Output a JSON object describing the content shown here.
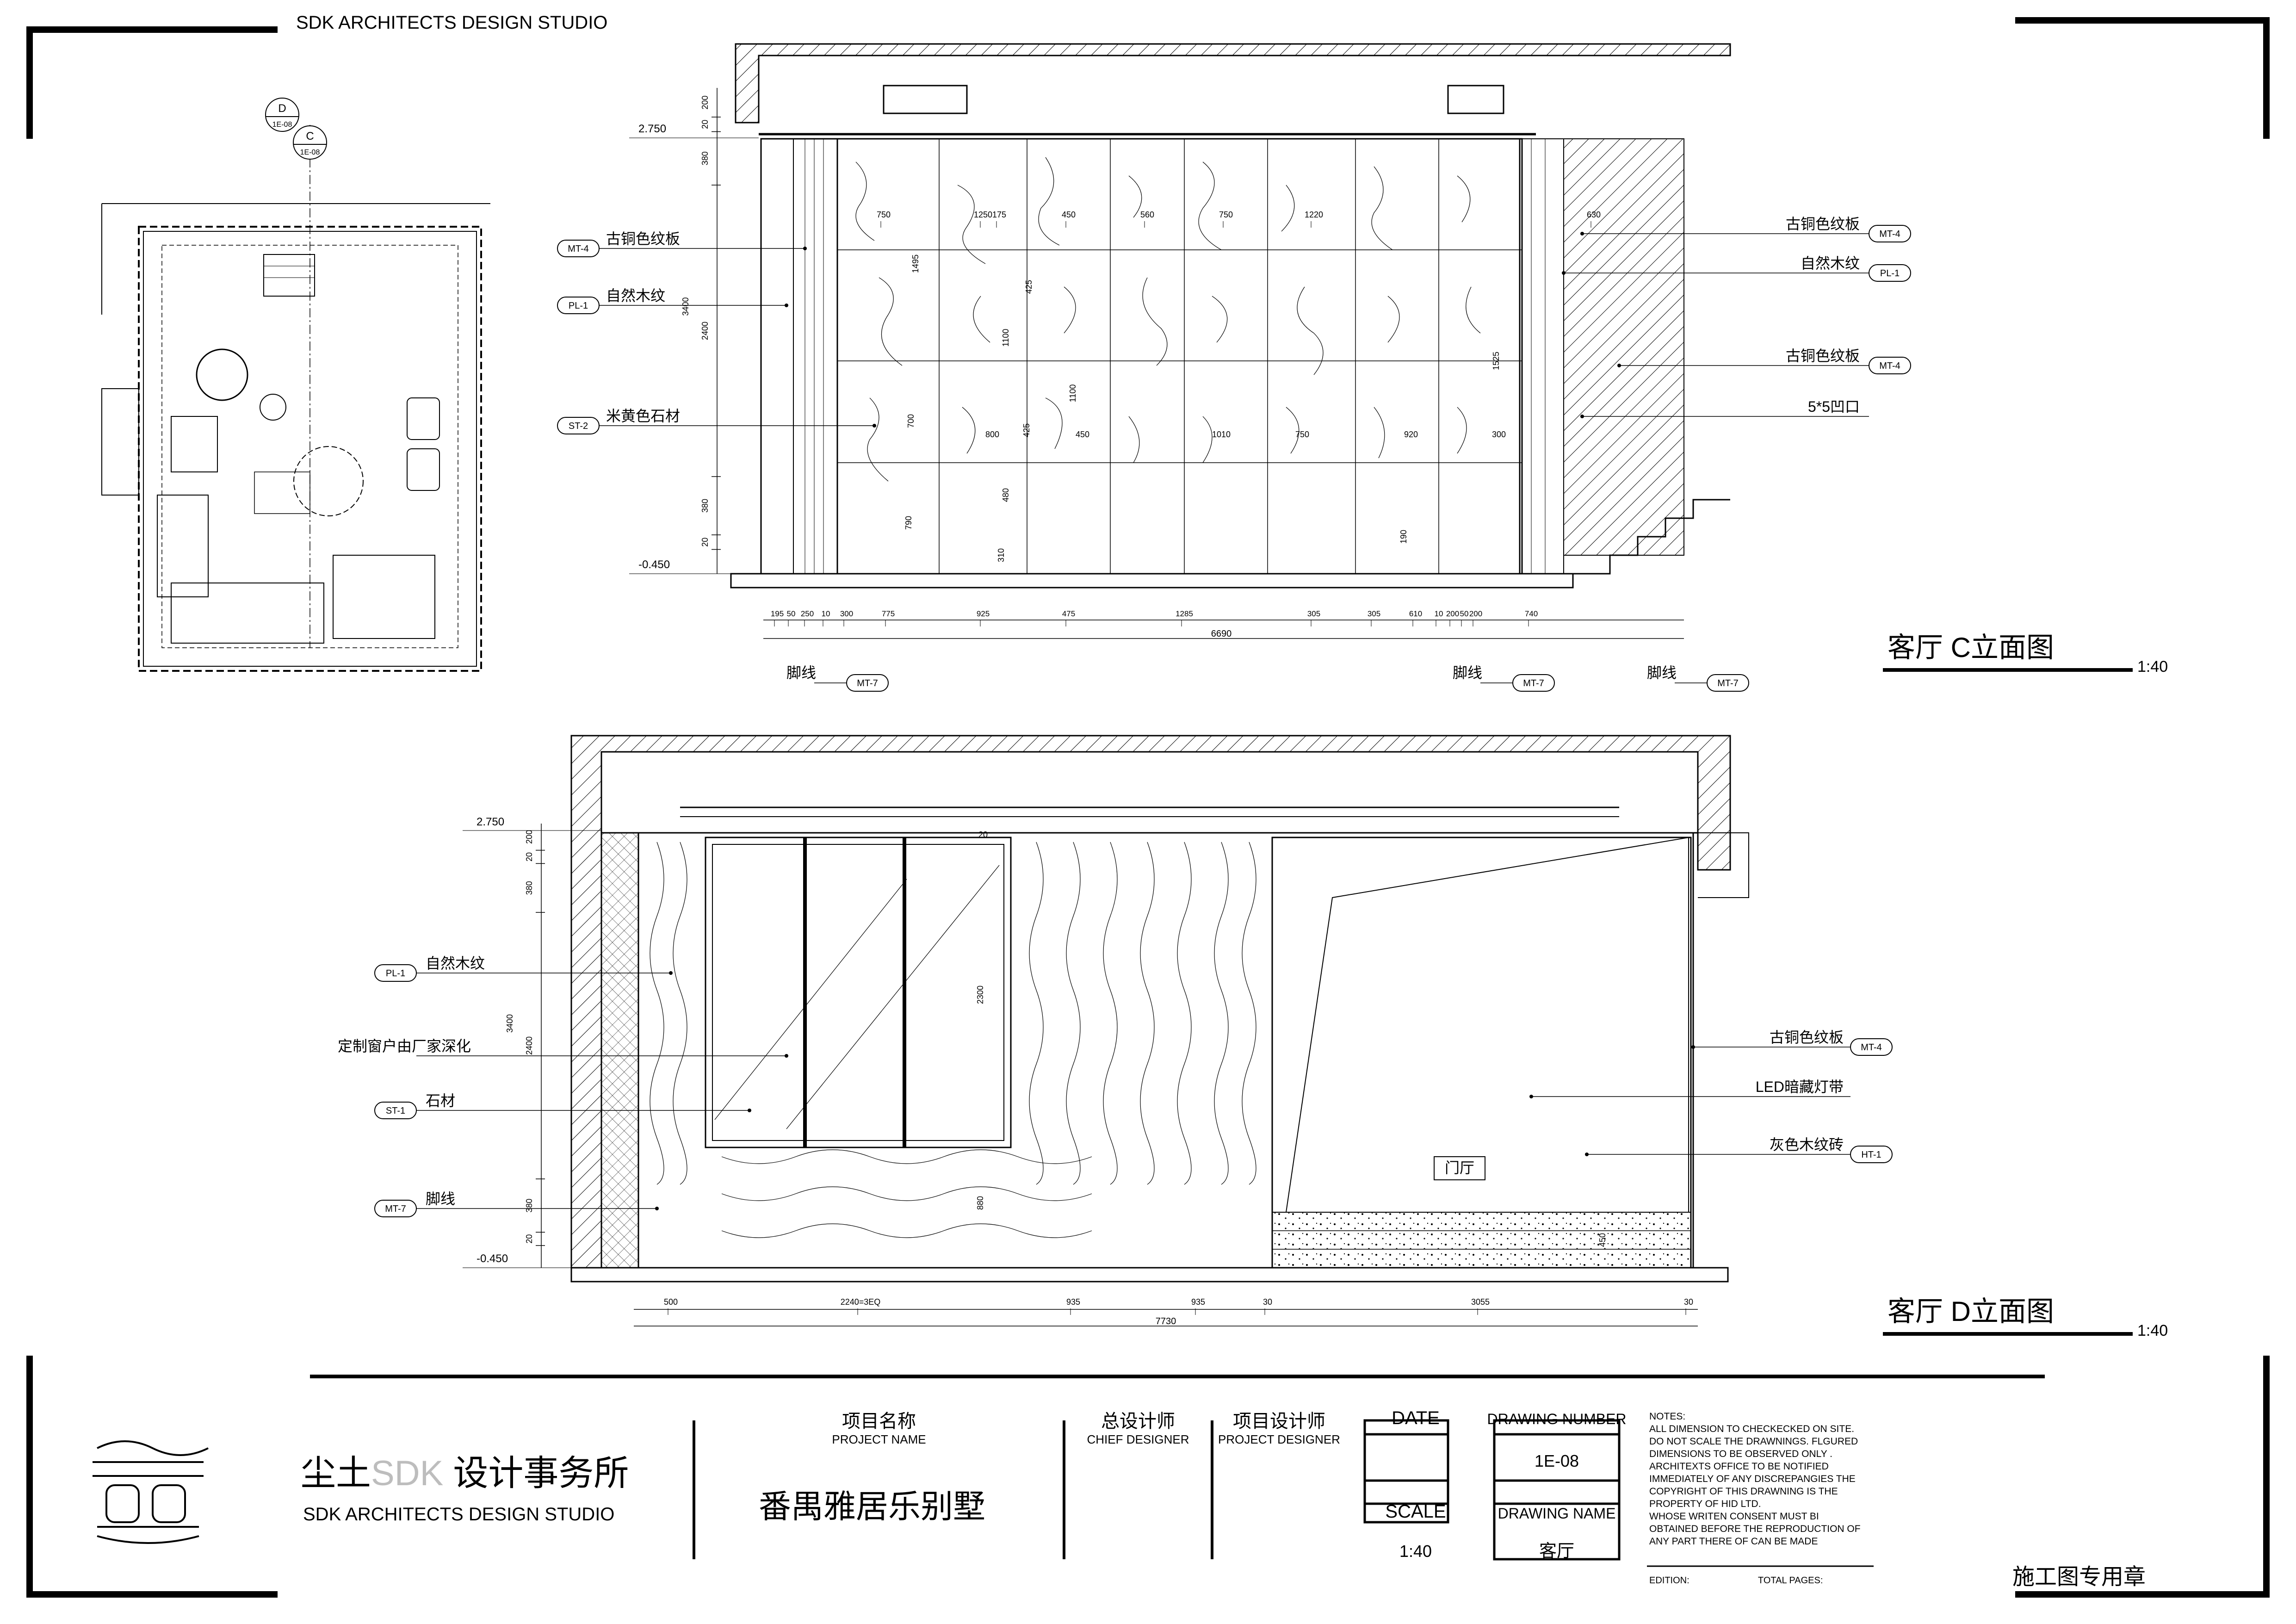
{
  "studio_header": "SDK ARCHITECTS DESIGN STUDIO",
  "section_marks": {
    "d": {
      "letter": "D",
      "ref": "1E-08"
    },
    "c": {
      "letter": "C",
      "ref": "1E-08"
    }
  },
  "elevation_c": {
    "title": "客厅 C立面图",
    "scale": "1:40",
    "level_top": "2.750",
    "level_bottom": "-0.450",
    "left_dims": [
      "200",
      "20",
      "380",
      "3400",
      "2400",
      "380",
      "20"
    ],
    "top_dims": [
      "750",
      "1250",
      "450",
      "560",
      "750",
      "1220",
      "175",
      "630"
    ],
    "inner_dims": [
      "1495",
      "425",
      "1100",
      "1100",
      "700",
      "800",
      "425",
      "450",
      "1010",
      "750",
      "920",
      "300",
      "1525",
      "480",
      "790",
      "310",
      "190"
    ],
    "bottom_dims": [
      "195",
      "50",
      "250",
      "10",
      "300",
      "775",
      "925",
      "475",
      "1285",
      "305",
      "305",
      "610",
      "10",
      "200",
      "50",
      "200",
      "740"
    ],
    "total": "6690",
    "left_callouts": [
      {
        "text": "古铜色纹板",
        "tag": "MT-4"
      },
      {
        "text": "自然木纹",
        "tag": "PL-1"
      },
      {
        "text": "米黄色石材",
        "tag": "ST-2"
      }
    ],
    "right_callouts": [
      {
        "text": "古铜色纹板",
        "tag": "MT-4"
      },
      {
        "text": "自然木纹",
        "tag": "PL-1"
      },
      {
        "text": "古铜色纹板",
        "tag": "MT-4"
      },
      {
        "text": "5*5凹口",
        "tag": ""
      }
    ],
    "bottom_callouts": [
      {
        "text": "脚线",
        "tag": "MT-7"
      },
      {
        "text": "脚线",
        "tag": "MT-7"
      },
      {
        "text": "脚线",
        "tag": "MT-7"
      }
    ]
  },
  "elevation_d": {
    "title": "客厅 D立面图",
    "scale": "1:40",
    "level_top": "2.750",
    "level_bottom": "-0.450",
    "left_dims": [
      "200",
      "20",
      "380",
      "3400",
      "2400",
      "380",
      "20"
    ],
    "inner_dims": [
      "2300",
      "880",
      "450",
      "20"
    ],
    "bottom_dims": [
      "500",
      "2240=3EQ",
      "935",
      "935",
      "30",
      "3055",
      "30"
    ],
    "total": "7730",
    "left_callouts": [
      {
        "text": "自然木纹",
        "tag": "PL-1"
      },
      {
        "text": "定制窗户由厂家深化",
        "tag": ""
      },
      {
        "text": "石材",
        "tag": "ST-1"
      },
      {
        "text": "脚线",
        "tag": "MT-7"
      }
    ],
    "right_callouts": [
      {
        "text": "古铜色纹板",
        "tag": "MT-4"
      },
      {
        "text": "LED暗藏灯带",
        "tag": ""
      },
      {
        "text": "灰色木纹砖",
        "tag": "HT-1"
      }
    ],
    "door_label": "门厅"
  },
  "title_block": {
    "company_cn_a": "尘土",
    "company_cn_b": "SDK",
    "company_cn_c": " 设计事务所",
    "company_en": "SDK ARCHITECTS DESIGN STUDIO",
    "project_name_cn": "项目名称",
    "project_name_en": "PROJECT NAME",
    "project_value": "番禺雅居乐别墅",
    "chief_cn": "总设计师",
    "chief_en": "CHIEF DESIGNER",
    "pd_cn": "项目设计师",
    "pd_en": "PROJECT DESIGNER",
    "date_label": "DATE",
    "scale_label": "SCALE",
    "scale_value": "1:40",
    "drawing_number_label": "DRAWING NUMBER",
    "drawing_number_value": "1E-08",
    "drawing_name_label": "DRAWING NAME",
    "drawing_name_value": "客厅",
    "notes": [
      "NOTES:",
      "ALL DIMENSION TO CHECKECKED ON SITE.",
      "DO NOT SCALE THE DRAWNINGS. FLGURED",
      "DIMENSIONS TO BE OBSERVED ONLY .",
      "ARCHITEXTS OFFICE TO BE NOTIFIED",
      "IMMEDIATELY OF ANY DISCREPANGIES THE",
      "COPYRIGHT OF THIS DRAWNING IS THE",
      "PROPERTY OF HID LTD.",
      "WHOSE WRITEN CONSENT MUST BI",
      "OBTAINED BEFORE THE REPRODUCTION OF",
      "ANY PART THERE OF CAN BE MADE"
    ],
    "edition_label": "EDITION:",
    "total_pages_label": "TOTAL PAGES:",
    "stamp_label": "施工图专用章"
  }
}
